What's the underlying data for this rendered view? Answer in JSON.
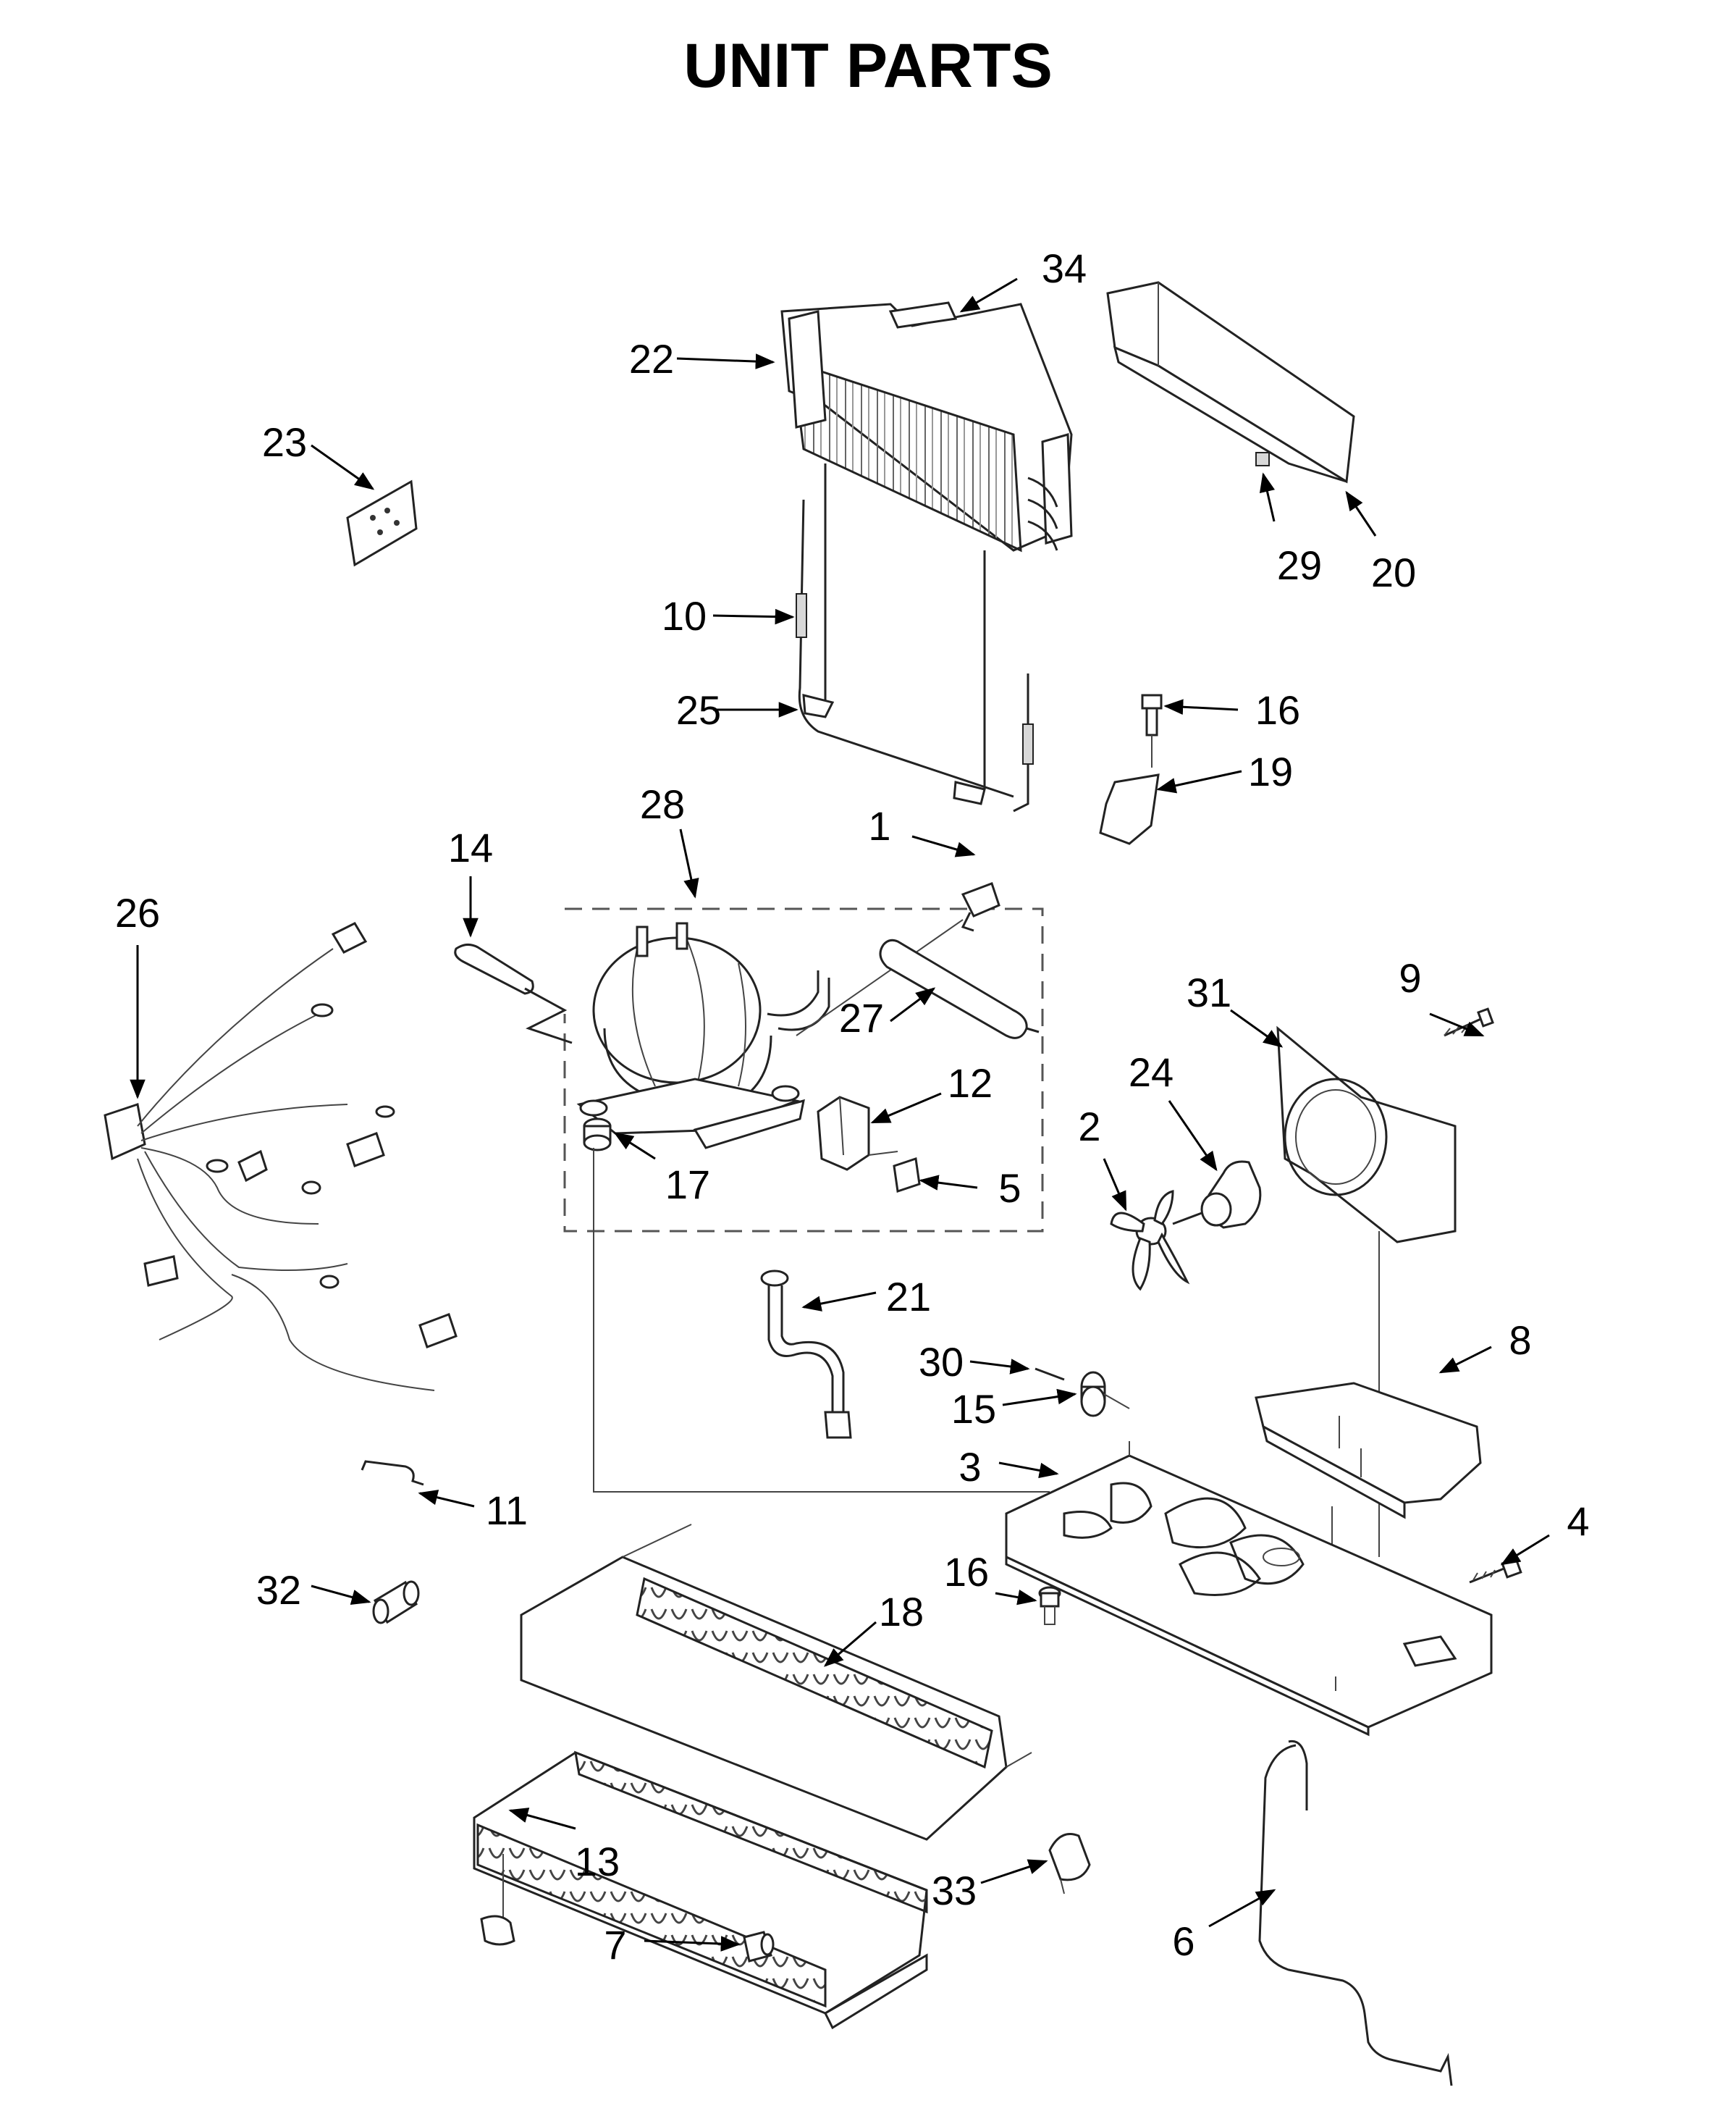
{
  "title": "UNIT PARTS",
  "callouts": {
    "c1": "1",
    "c2": "2",
    "c3": "3",
    "c4": "4",
    "c5": "5",
    "c6": "6",
    "c7": "7",
    "c8": "8",
    "c9": "9",
    "c10": "10",
    "c11": "11",
    "c12": "12",
    "c13": "13",
    "c14": "14",
    "c15": "15",
    "c16a": "16",
    "c16b": "16",
    "c17": "17",
    "c18": "18",
    "c19": "19",
    "c20": "20",
    "c21": "21",
    "c22": "22",
    "c23": "23",
    "c24": "24",
    "c25": "25",
    "c26": "26",
    "c27": "27",
    "c28": "28",
    "c29": "29",
    "c30": "30",
    "c31": "31",
    "c32": "32",
    "c33": "33",
    "c34": "34"
  }
}
